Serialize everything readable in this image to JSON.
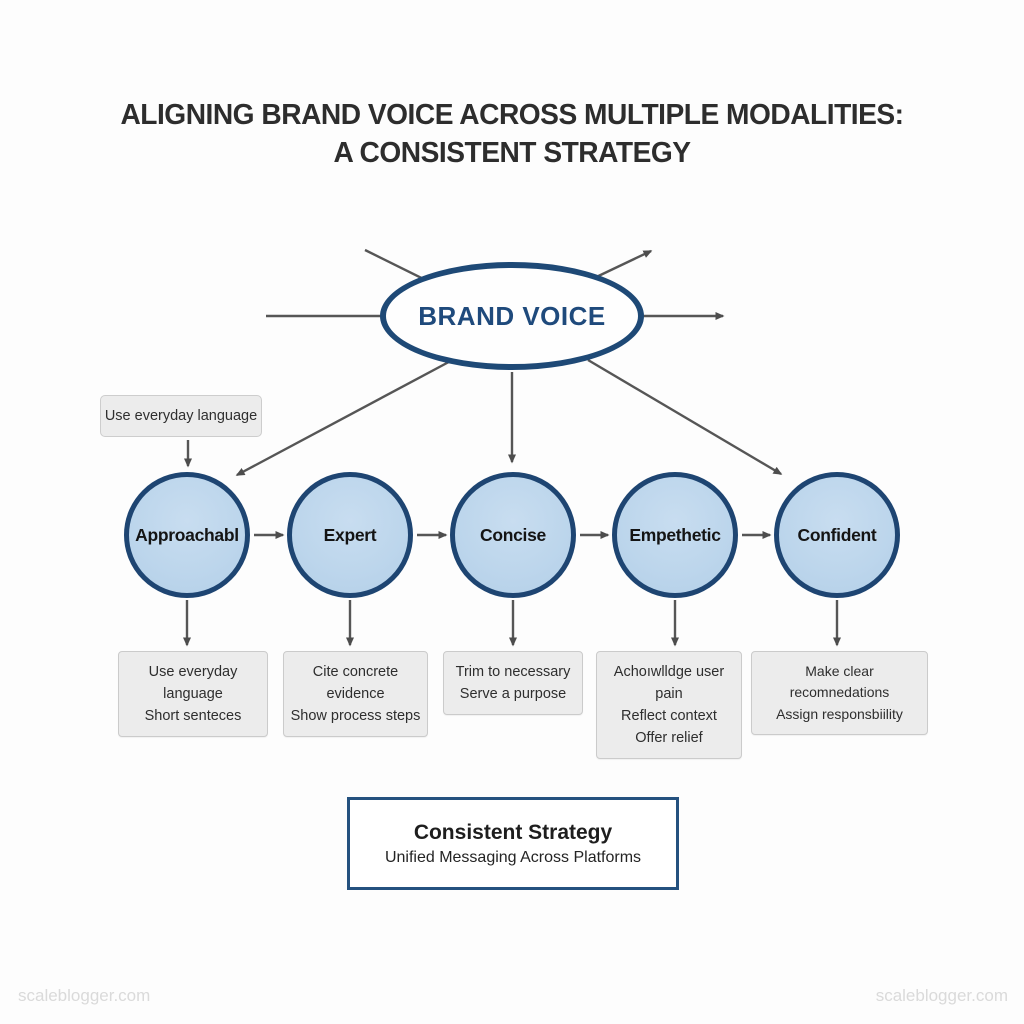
{
  "page": {
    "title_line1": "ALIGNING BRAND VOICE ACROSS MULTIPLE MODALITIES:",
    "title_line2": "A CONSISTENT STRATEGY",
    "watermark_left": "scaleblogger.com",
    "watermark_right": "scaleblogger.com"
  },
  "diagram": {
    "hub": {
      "label": "BRAND VOICE"
    },
    "callout": {
      "label": "Use everyday language"
    },
    "nodes": [
      {
        "label": "Approachabl",
        "details": [
          "Use everyday language",
          "Short senteces"
        ]
      },
      {
        "label": "Expert",
        "details": [
          "Cite concrete evidence",
          "Show process steps"
        ]
      },
      {
        "label": "Concise",
        "details": [
          "Trim to necessary",
          "Serve a purpose"
        ]
      },
      {
        "label": "Empethetic",
        "details": [
          "Achoıwlldge user pain",
          "Reflect context",
          "Offer relief"
        ]
      },
      {
        "label": "Confident",
        "details": [
          "Make clear recomnedations",
          "Assign responsbiility"
        ]
      }
    ],
    "footer_box": {
      "title": "Consistent Strategy",
      "subtitle": "Unified Messaging Across Platforms"
    },
    "colors": {
      "navy_border": "#1e4976",
      "hub_text": "#1f4a7c",
      "circle_fill": "#bdd6ec",
      "arrow_gray": "#555555",
      "detail_box_fill": "#ececec",
      "watermark_gray": "#dadada"
    }
  }
}
